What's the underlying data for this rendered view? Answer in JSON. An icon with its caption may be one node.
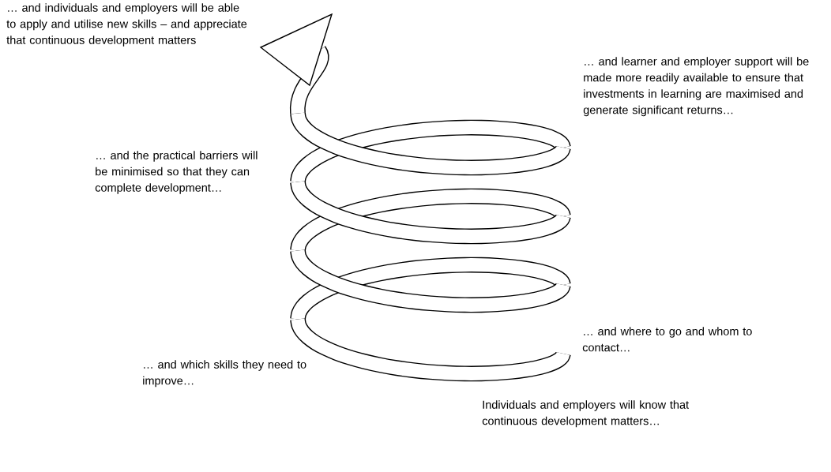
{
  "diagram": {
    "labels": [
      "… and individuals and employers will be able to apply and utilise new skills – and appreciate that continuous development matters",
      "… and learner and employer support will be made more readily available to ensure that investments in learning are maximised and generate significant returns…",
      "… and the practical barriers will be minimised so that they can complete development…",
      "… and where to go and whom to contact…",
      "… and which skills they need to improve…",
      "Individuals and employers will know that continuous development matters…"
    ]
  }
}
